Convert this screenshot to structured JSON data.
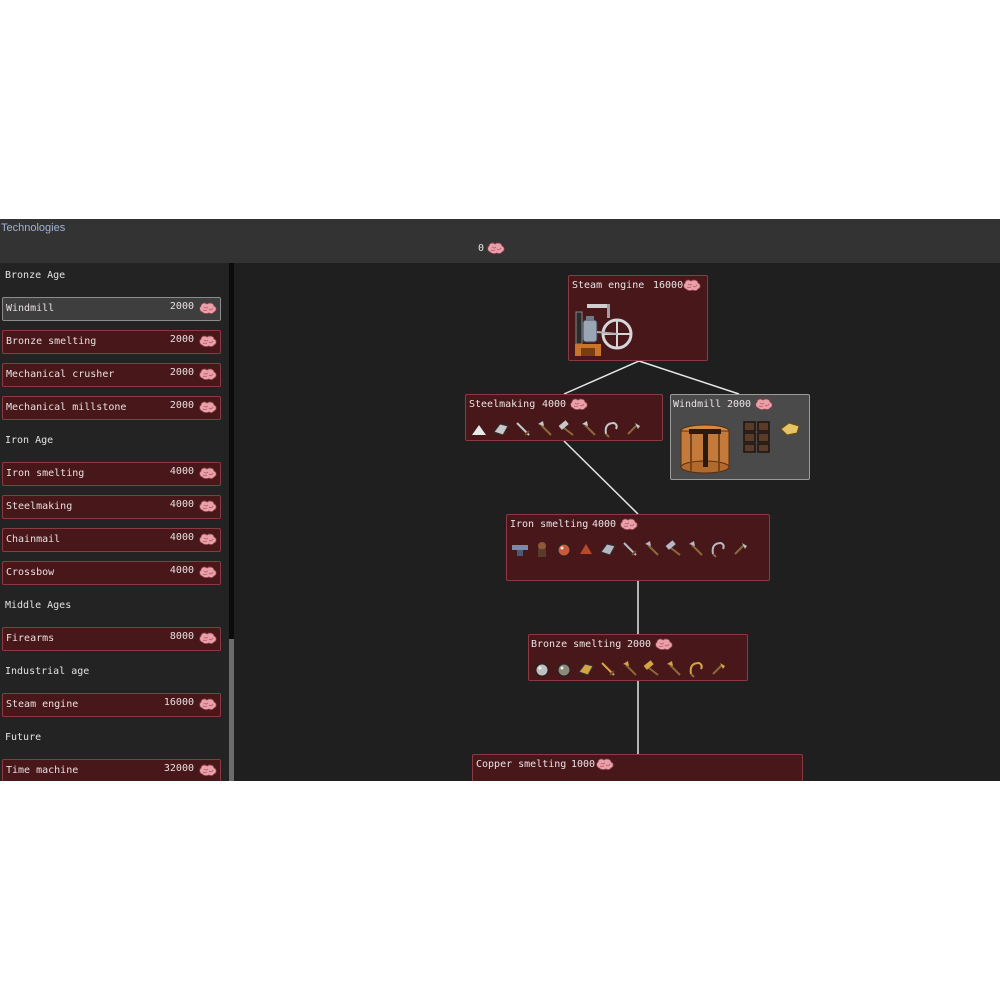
{
  "window": {
    "title": "Technologies",
    "research_points": "0"
  },
  "colors": {
    "node_bg": "#47171a",
    "node_border": "#8a3a40",
    "selected_bg": "#4a4a4a",
    "brain": "#e9a0a8"
  },
  "sidebar": {
    "categories": [
      {
        "label": "Bronze Age",
        "items": [
          {
            "label": "Windmill",
            "cost": "2000",
            "selected": true
          },
          {
            "label": "Bronze smelting",
            "cost": "2000"
          },
          {
            "label": "Mechanical crusher",
            "cost": "2000"
          },
          {
            "label": "Mechanical millstone",
            "cost": "2000"
          }
        ]
      },
      {
        "label": "Iron Age",
        "items": [
          {
            "label": "Iron smelting",
            "cost": "4000"
          },
          {
            "label": "Steelmaking",
            "cost": "4000"
          },
          {
            "label": "Chainmail",
            "cost": "4000"
          },
          {
            "label": "Crossbow",
            "cost": "4000"
          }
        ]
      },
      {
        "label": "Middle Ages",
        "items": [
          {
            "label": "Firearms",
            "cost": "8000"
          }
        ]
      },
      {
        "label": "Industrial age",
        "items": [
          {
            "label": "Steam engine",
            "cost": "16000"
          }
        ]
      },
      {
        "label": "Future",
        "items": [
          {
            "label": "Time machine",
            "cost": "32000"
          }
        ]
      }
    ]
  },
  "tree": {
    "nodes": [
      {
        "id": "steam",
        "label": "Steam engine",
        "cost": "16000",
        "icons": [
          "steam-engine-icon"
        ]
      },
      {
        "id": "steel",
        "label": "Steelmaking",
        "cost": "4000",
        "icons": [
          "flux-icon",
          "steel-ingot-icon",
          "steel-sword-icon",
          "steel-axe-icon",
          "steel-hammer-icon",
          "steel-pickaxe-icon",
          "steel-sickle-icon",
          "steel-hoe-icon"
        ]
      },
      {
        "id": "windmill",
        "label": "Windmill",
        "cost": "2000",
        "selected": true,
        "icons": [
          "windmill-icon",
          "millstone-blocks-icon",
          "flour-sack-icon"
        ]
      },
      {
        "id": "iron",
        "label": "Iron smelting",
        "cost": "4000",
        "icons": [
          "anvil-icon",
          "bloomery-icon",
          "iron-ore-icon",
          "iron-bloom-icon",
          "iron-ingot-icon",
          "iron-sword-icon",
          "iron-axe-icon",
          "iron-hammer-icon",
          "iron-pickaxe-icon",
          "iron-sickle-icon",
          "iron-hoe-icon"
        ]
      },
      {
        "id": "bronze",
        "label": "Bronze smelting",
        "cost": "2000",
        "icons": [
          "tin-ore-icon",
          "bronze-ore-icon",
          "bronze-ingot-icon",
          "bronze-sword-icon",
          "bronze-axe-icon",
          "bronze-hammer-icon",
          "bronze-pickaxe-icon",
          "bronze-sickle-icon",
          "bronze-hoe-icon"
        ]
      },
      {
        "id": "copper",
        "label": "Copper smelting",
        "cost": "1000",
        "icons": []
      }
    ]
  }
}
